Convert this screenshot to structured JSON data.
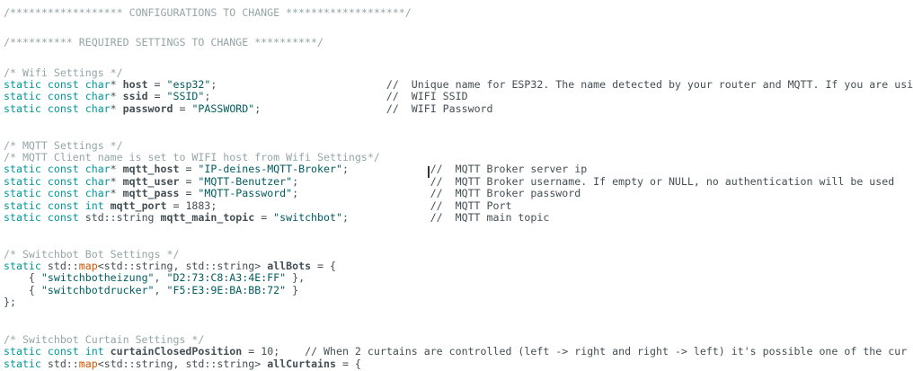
{
  "theme": {
    "background": "#ffffff",
    "plain": "#434f54",
    "keyword": "#00979c",
    "string": "#005c5f",
    "function": "#d35400",
    "block_comment": "#95a5a6",
    "line_comment": "#434f54",
    "cursor": "#333333"
  },
  "code": {
    "sections": [
      {
        "name": "banner-configurations",
        "lines": [
          [
            [
              "c1",
              "/****************** CONFIGURATIONS TO CHANGE *******************/"
            ]
          ]
        ]
      },
      {
        "name": "banner-required-settings",
        "lines": [
          [
            [
              "c1",
              "/********** REQUIRED SETTINGS TO CHANGE **********/"
            ]
          ]
        ]
      },
      {
        "name": "wifi-settings",
        "lines": [
          [
            [
              "c1",
              "/* Wifi Settings */"
            ]
          ],
          [
            [
              "kw",
              "static const char"
            ],
            [
              "pl",
              "* "
            ],
            [
              "id",
              "host"
            ],
            [
              "pl",
              " = "
            ],
            [
              "str",
              "\"esp32\""
            ],
            [
              "pl",
              ";"
            ],
            [
              "pl",
              "                           "
            ],
            [
              "c2",
              "//  Unique name for ESP32. The name detected by your router and MQTT. If you are usi"
            ]
          ],
          [
            [
              "kw",
              "static const char"
            ],
            [
              "pl",
              "* "
            ],
            [
              "id",
              "ssid"
            ],
            [
              "pl",
              " = "
            ],
            [
              "str",
              "\"SSID\""
            ],
            [
              "pl",
              ";"
            ],
            [
              "pl",
              "                            "
            ],
            [
              "c2",
              "//  WIFI SSID"
            ]
          ],
          [
            [
              "kw",
              "static const char"
            ],
            [
              "pl",
              "* "
            ],
            [
              "id",
              "password"
            ],
            [
              "pl",
              " = "
            ],
            [
              "str",
              "\"PASSWORD\""
            ],
            [
              "pl",
              ";"
            ],
            [
              "pl",
              "                    "
            ],
            [
              "c2",
              "//  WIFI Password"
            ]
          ]
        ]
      },
      {
        "name": "mqtt-settings",
        "lines": [
          [
            [
              "c1",
              "/* MQTT Settings */"
            ]
          ],
          [
            [
              "c1",
              "/* MQTT Client name is set to WIFI host from Wifi Settings*/"
            ]
          ],
          [
            [
              "kw",
              "static const char"
            ],
            [
              "pl",
              "* "
            ],
            [
              "id",
              "mqtt_host"
            ],
            [
              "pl",
              " = "
            ],
            [
              "str",
              "\"IP-deines-MQTT-Broker\""
            ],
            [
              "pl",
              ";"
            ],
            [
              "pl",
              "             "
            ],
            [
              "c2",
              "//  MQTT Broker server ip"
            ]
          ],
          [
            [
              "kw",
              "static const char"
            ],
            [
              "pl",
              "* "
            ],
            [
              "id",
              "mqtt_user"
            ],
            [
              "pl",
              " = "
            ],
            [
              "str",
              "\"MQTT-Benutzer\""
            ],
            [
              "pl",
              ";"
            ],
            [
              "pl",
              "                     "
            ],
            [
              "c2",
              "//  MQTT Broker username. If empty or NULL, no authentication will be used"
            ]
          ],
          [
            [
              "kw",
              "static const char"
            ],
            [
              "pl",
              "* "
            ],
            [
              "id",
              "mqtt_pass"
            ],
            [
              "pl",
              " = "
            ],
            [
              "str",
              "\"MQTT-Password\""
            ],
            [
              "pl",
              ";"
            ],
            [
              "pl",
              "                     "
            ],
            [
              "c2",
              "//  MQTT Broker password"
            ]
          ],
          [
            [
              "kw",
              "static const int"
            ],
            [
              "pl",
              " "
            ],
            [
              "id",
              "mqtt_port"
            ],
            [
              "pl",
              " = "
            ],
            [
              "num",
              "1883"
            ],
            [
              "pl",
              ";"
            ],
            [
              "pl",
              "                                  "
            ],
            [
              "c2",
              "//  MQTT Port"
            ]
          ],
          [
            [
              "kw",
              "static const"
            ],
            [
              "pl",
              " std::string "
            ],
            [
              "id",
              "mqtt_main_topic"
            ],
            [
              "pl",
              " = "
            ],
            [
              "str",
              "\"switchbot\""
            ],
            [
              "pl",
              ";"
            ],
            [
              "pl",
              "             "
            ],
            [
              "c2",
              "//  MQTT main topic"
            ]
          ]
        ]
      },
      {
        "name": "switchbot-bot-settings",
        "lines": [
          [
            [
              "c1",
              "/* Switchbot Bot Settings */"
            ]
          ],
          [
            [
              "kw",
              "static"
            ],
            [
              "pl",
              " std::"
            ],
            [
              "fn",
              "map"
            ],
            [
              "pl",
              "<std::string, std::string> "
            ],
            [
              "id",
              "allBots"
            ],
            [
              "pl",
              " = {"
            ]
          ],
          [
            [
              "pl",
              "    { "
            ],
            [
              "str",
              "\"switchbotheizung\""
            ],
            [
              "pl",
              ", "
            ],
            [
              "str",
              "\"D2:73:C8:A3:4E:FF\""
            ],
            [
              "pl",
              " },"
            ]
          ],
          [
            [
              "pl",
              "    { "
            ],
            [
              "str",
              "\"switchbotdrucker\""
            ],
            [
              "pl",
              ", "
            ],
            [
              "str",
              "\"F5:E3:9E:BA:BB:72\""
            ],
            [
              "pl",
              " }"
            ]
          ],
          [
            [
              "pl",
              "};"
            ]
          ]
        ]
      },
      {
        "name": "switchbot-curtain-settings",
        "lines": [
          [
            [
              "c1",
              "/* Switchbot Curtain Settings */"
            ]
          ],
          [
            [
              "kw",
              "static const int"
            ],
            [
              "pl",
              " "
            ],
            [
              "id",
              "curtainClosedPosition"
            ],
            [
              "pl",
              " = "
            ],
            [
              "num",
              "10"
            ],
            [
              "pl",
              ";    "
            ],
            [
              "c2",
              "// When 2 curtains are controlled (left -> right and right -> left) it's possible one of the cur"
            ]
          ],
          [
            [
              "kw",
              "static"
            ],
            [
              "pl",
              " std::"
            ],
            [
              "fn",
              "map"
            ],
            [
              "pl",
              "<std::string, std::string> "
            ],
            [
              "id",
              "allCurtains"
            ],
            [
              "pl",
              " = {"
            ]
          ]
        ]
      }
    ]
  }
}
